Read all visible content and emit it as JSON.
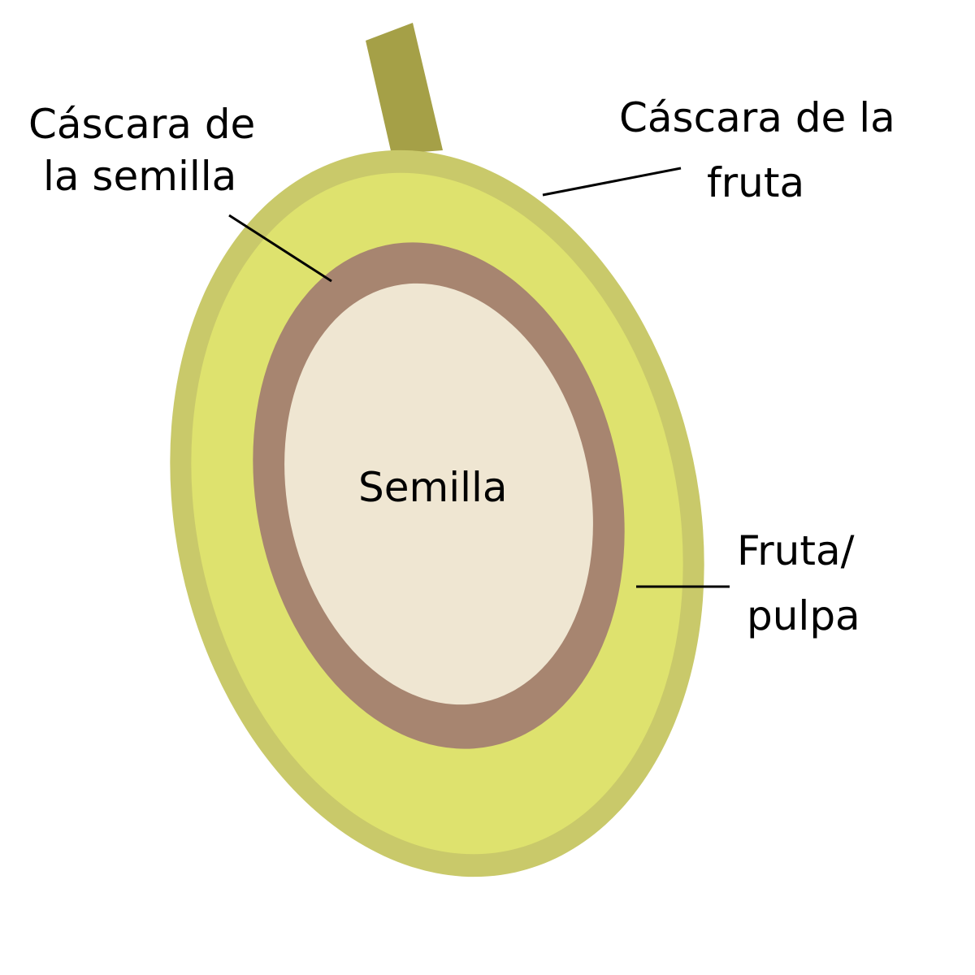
{
  "labels": {
    "seed_coat": [
      "Cáscara de",
      "la semilla"
    ],
    "fruit_skin": [
      "Cáscara de la",
      "fruta"
    ],
    "seed": "Semilla",
    "pulp": [
      "Fruta/",
      "pulpa"
    ]
  },
  "colors": {
    "stem": "#a5a047",
    "skin": "#c9c96a",
    "pulp": "#dee26e",
    "seed_coat": "#a78570",
    "seed": "#efe6d2"
  }
}
